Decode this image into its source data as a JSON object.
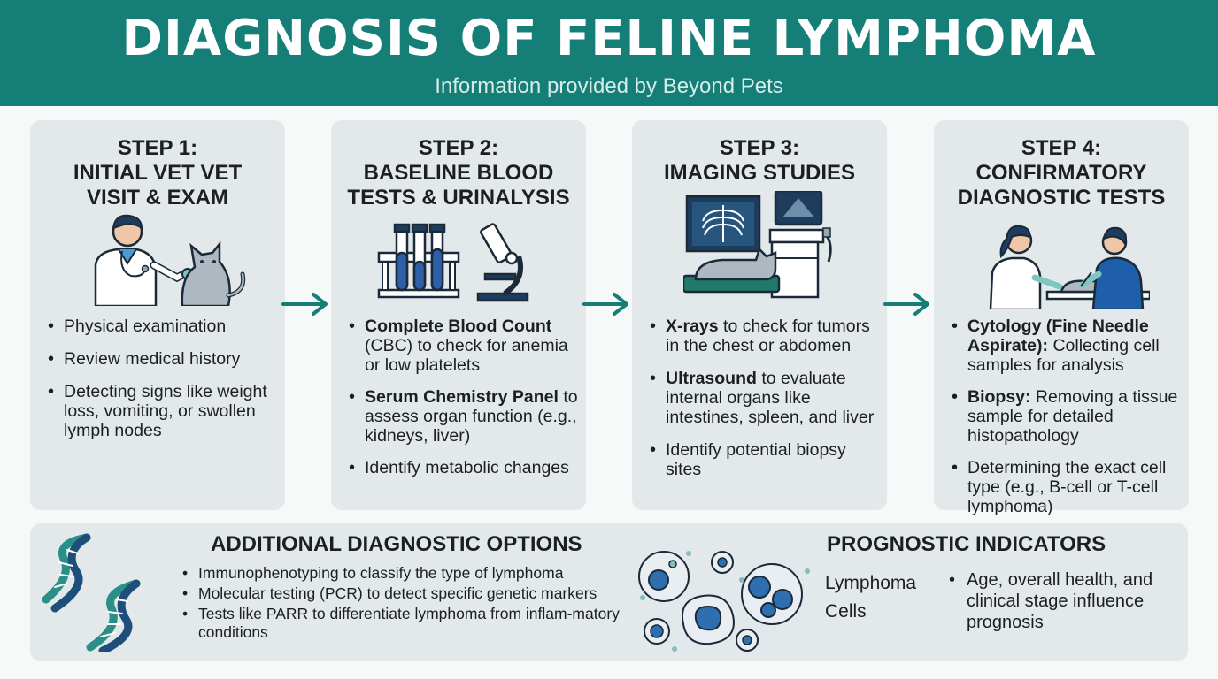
{
  "header": {
    "title": "DIAGNOSIS OF FELINE LYMPHOMA",
    "subtitle": "Information provided by Beyond Pets"
  },
  "steps": [
    {
      "title_line1": "STEP 1:",
      "title_line2": "INITIAL VET VET",
      "title_line3": "VISIT & EXAM",
      "illustration": "vet-examining-cat-icon",
      "items": [
        {
          "bold": "",
          "text": "Physical examination"
        },
        {
          "bold": "",
          "text": "Review medical history"
        },
        {
          "bold": "",
          "text": "Detecting signs like weight loss, vomiting, or swollen lymph nodes"
        }
      ]
    },
    {
      "title_line1": "STEP 2:",
      "title_line2": "BASELINE BLOOD",
      "title_line3": "TESTS & URINALYSIS",
      "illustration": "test-tubes-microscope-icon",
      "items": [
        {
          "bold": "Complete Blood Count",
          "text": " (CBC) to check for anemia or low platelets"
        },
        {
          "bold": "Serum Chemistry Panel",
          "text": " to assess organ function (e.g., kidneys, liver)"
        },
        {
          "bold": "",
          "text": "Identify metabolic changes"
        }
      ]
    },
    {
      "title_line1": "STEP 3:",
      "title_line2": "IMAGING STUDIES",
      "title_line3": "",
      "illustration": "xray-ultrasound-cat-icon",
      "items": [
        {
          "bold": "X-rays",
          "text": " to check for tumors in the chest or abdomen"
        },
        {
          "bold": "Ultrasound",
          "text": " to evaluate internal organs like intestines, spleen, and liver"
        },
        {
          "bold": "",
          "text": "Identify potential biopsy sites"
        }
      ]
    },
    {
      "title_line1": "STEP 4:",
      "title_line2": "CONFIRMATORY",
      "title_line3": "DIAGNOSTIC TESTS",
      "illustration": "vets-performing-biopsy-icon",
      "items": [
        {
          "bold": "Cytology (Fine Needle Aspirate):",
          "text": " Collecting cell samples for analysis"
        },
        {
          "bold": "Biopsy:",
          "text": " Removing a tissue sample for detailed histopathology"
        },
        {
          "bold": "",
          "text": "Determining the exact cell type (e.g., B-cell or T-cell lymphoma)"
        }
      ]
    }
  ],
  "additional": {
    "title": "ADDITIONAL DIAGNOSTIC OPTIONS",
    "items": [
      "Immunophenotyping to classify the type of lymphoma",
      "Molecular testing (PCR) to detect specific genetic markers",
      "Tests like PARR to differentiate lymphoma from inflam-matory conditions"
    ]
  },
  "prognostic": {
    "title": "PROGNOSTIC INDICATORS",
    "cells_label_line1": "Lymphoma",
    "cells_label_line2": "Cells",
    "items": [
      "Age, overall health, and clinical stage influence prognosis"
    ]
  },
  "colors": {
    "header_bg": "#157f77",
    "card_bg": "#e3e8eb",
    "arrow": "#157f77",
    "dna_teal": "#2a8f86",
    "dna_navy": "#1d4f7a",
    "cell_blue": "#2f6fb0"
  }
}
